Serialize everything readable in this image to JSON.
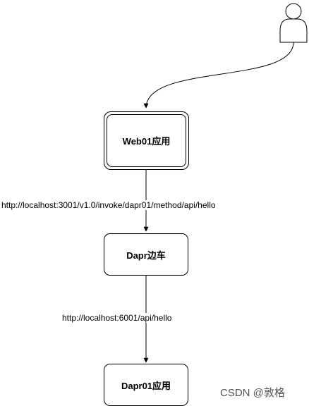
{
  "nodes": {
    "web01": "Web01应用",
    "sidecar": "Dapr边车",
    "dapr01": "Dapr01应用"
  },
  "edges": {
    "web_to_sidecar": "http://localhost:3001/v1.0/invoke/dapr01/method/api/hello",
    "sidecar_to_dapr01": "http://localhost:6001/api/hello"
  },
  "actor": {
    "icon": "user-icon"
  },
  "watermark": "CSDN @敦格"
}
